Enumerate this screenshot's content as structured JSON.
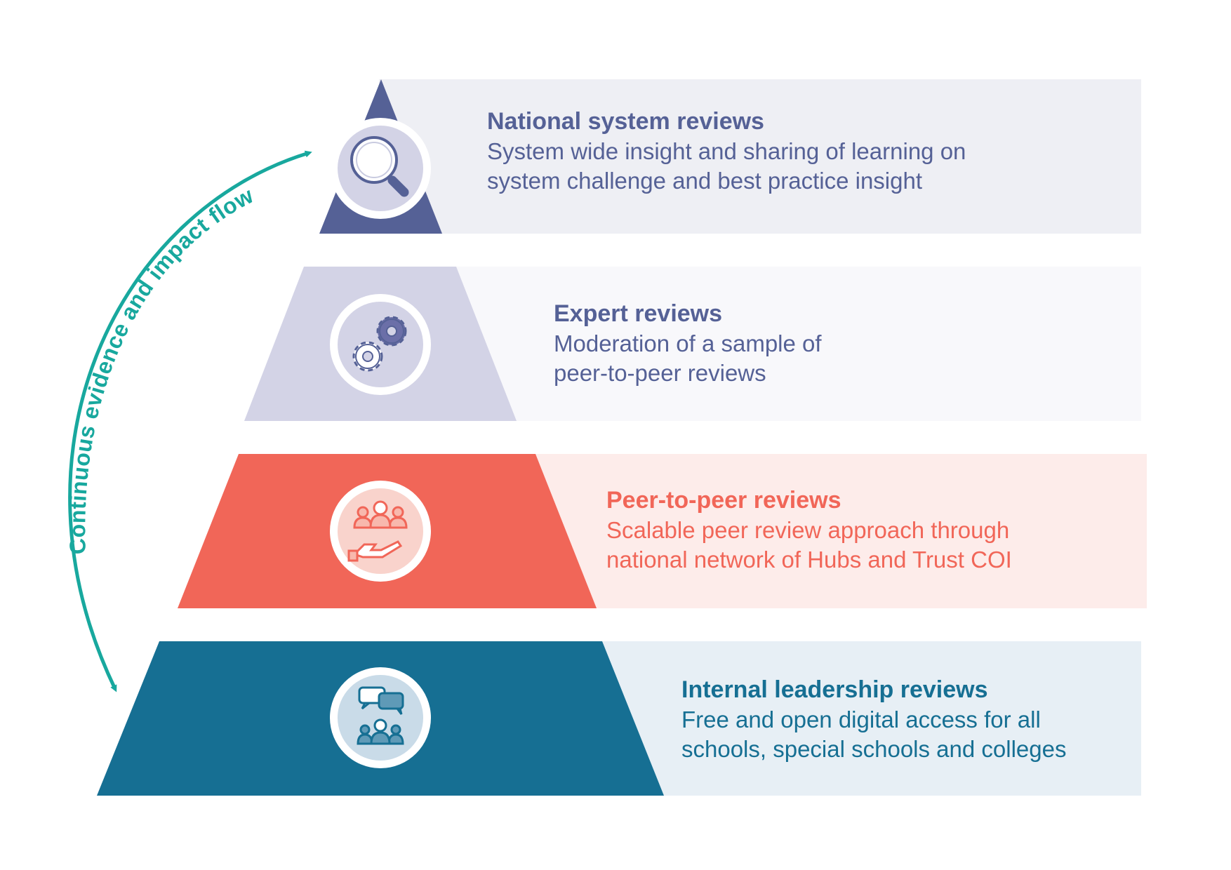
{
  "colors": {
    "navy": "#556196",
    "lavender": "#d3d3e6",
    "coral": "#f16658",
    "teal_blue": "#166f93",
    "flow_teal": "#18a89e",
    "band_1": "#eeeff4",
    "band_2": "#f8f8fb",
    "band_3": "#fdecea",
    "band_4": "#e7eff5"
  },
  "flow_label": "Continuous evidence and impact flow",
  "tiers": [
    {
      "title": "National system reviews",
      "lines": [
        "System wide insight and sharing of learning on",
        "system challenge and best practice insight"
      ],
      "icon": "magnifying-glass-icon"
    },
    {
      "title": "Expert reviews",
      "lines": [
        "Moderation of a sample of",
        "peer-to-peer reviews"
      ],
      "icon": "gears-icon"
    },
    {
      "title": "Peer-to-peer reviews",
      "lines": [
        "Scalable peer review approach through",
        "national network of Hubs and Trust COI"
      ],
      "icon": "people-hand-icon"
    },
    {
      "title": "Internal leadership reviews",
      "lines": [
        "Free and open digital access for all",
        "schools, special schools and colleges"
      ],
      "icon": "chat-people-icon"
    }
  ]
}
